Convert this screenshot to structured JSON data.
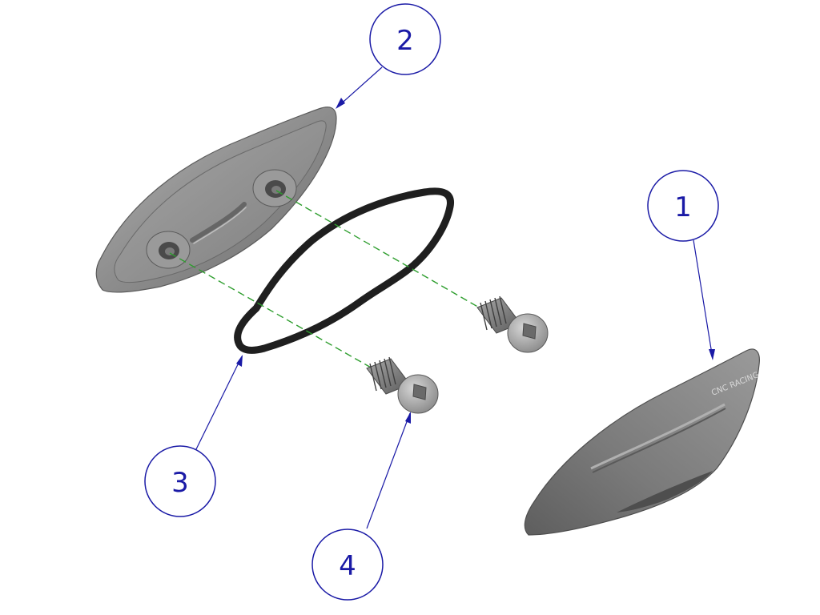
{
  "balloons": [
    {
      "label": "1"
    },
    {
      "label": "2"
    },
    {
      "label": "3"
    },
    {
      "label": "4"
    }
  ],
  "cover_logo": {
    "text": "CNC RACING"
  },
  "colors": {
    "leader": "#1a1aa6",
    "centerline": "#2e9e2e",
    "part": "#8a8a8a",
    "gasket": "#1f1f1f"
  }
}
